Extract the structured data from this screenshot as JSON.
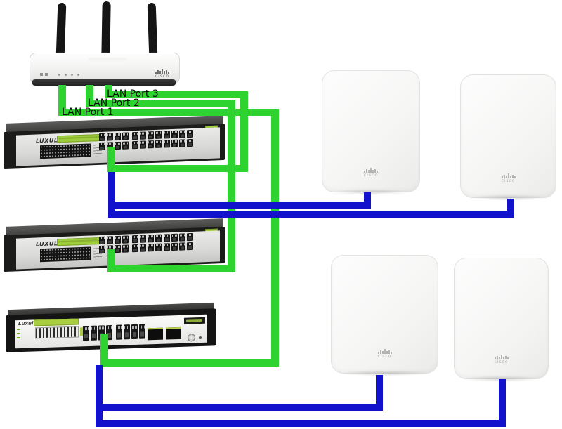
{
  "diagram": {
    "type": "network-topology",
    "labels": {
      "lan_port_1": "LAN Port 1",
      "lan_port_2": "LAN Port 2",
      "lan_port_3": "LAN Port 3"
    },
    "colors": {
      "lan_cable_green": "#2fd32f",
      "ap_cable_blue": "#1212cc"
    },
    "devices": {
      "router": {
        "type": "wireless-router-3-antennas",
        "logo_text": "cisco"
      },
      "switch_top": {
        "type": "24-port-rack-switch",
        "brand": "LUXUL"
      },
      "switch_middle": {
        "type": "24-port-rack-switch",
        "brand": "LUXUL"
      },
      "switch_bottom": {
        "type": "8-port-rack-switch-with-sfp",
        "brand": "Luxul"
      },
      "ap_top_left": {
        "type": "wireless-access-point",
        "logo_text": "cisco"
      },
      "ap_top_right": {
        "type": "wireless-access-point",
        "logo_text": "cisco"
      },
      "ap_bottom_left": {
        "type": "wireless-access-point",
        "logo_text": "cisco"
      },
      "ap_bottom_right": {
        "type": "wireless-access-point",
        "logo_text": "cisco"
      }
    },
    "connections": [
      {
        "from": "router LAN Port 3",
        "to": "switch_top",
        "color": "green"
      },
      {
        "from": "router LAN Port 2",
        "to": "switch_middle",
        "color": "green"
      },
      {
        "from": "router LAN Port 1",
        "to": "switch_bottom",
        "color": "green"
      },
      {
        "from": "switch_top",
        "to": "ap_top_left",
        "color": "blue"
      },
      {
        "from": "switch_top",
        "to": "ap_top_right",
        "color": "blue"
      },
      {
        "from": "switch_bottom",
        "to": "ap_bottom_left",
        "color": "blue"
      },
      {
        "from": "switch_bottom",
        "to": "ap_bottom_right",
        "color": "blue"
      }
    ]
  }
}
